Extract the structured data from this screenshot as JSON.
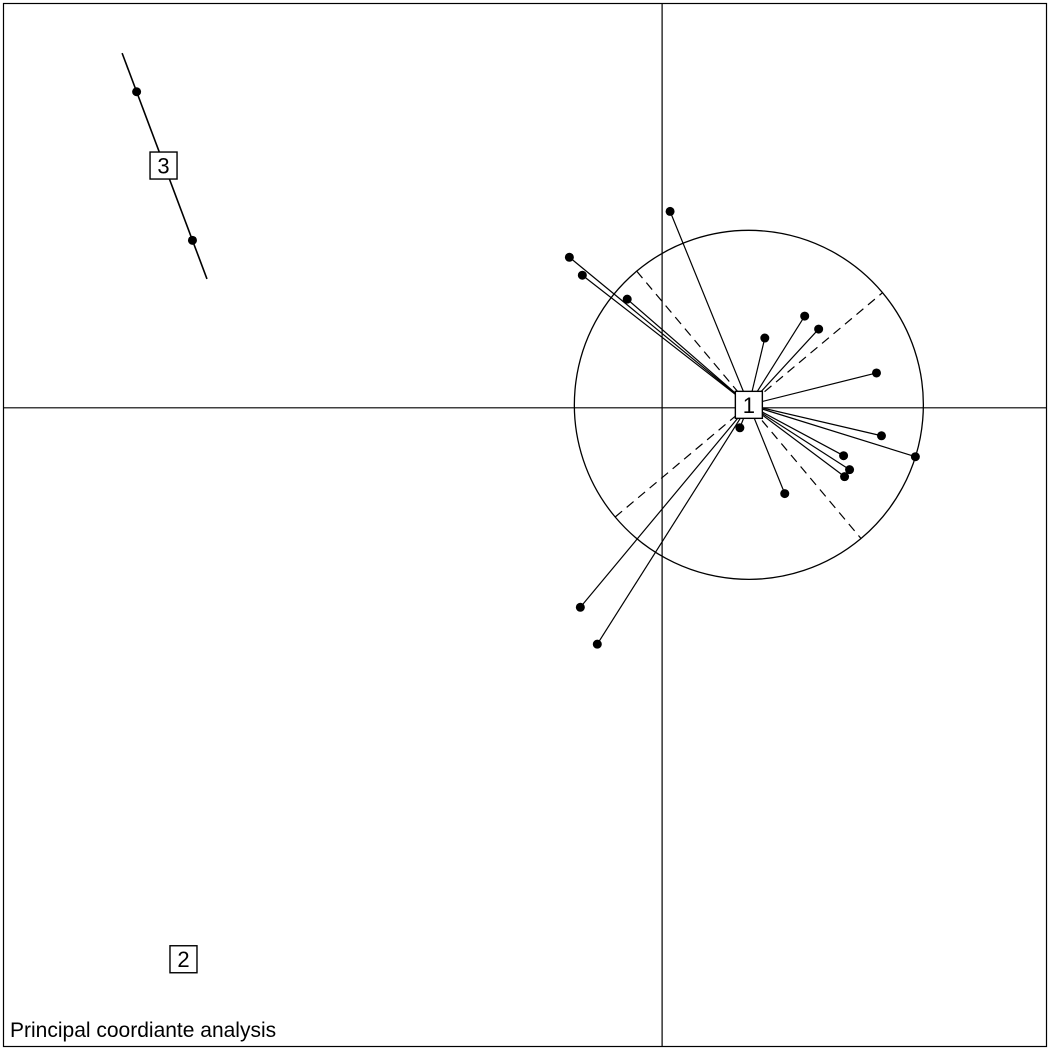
{
  "chart_data": {
    "type": "scatter",
    "title": "Principal coordiante analysis",
    "grid": false,
    "legend": "none",
    "xlim": [
      -6.6,
      3.85
    ],
    "ylim": [
      -6.4,
      4.05
    ],
    "origin": [
      0,
      0
    ],
    "groups": [
      {
        "label": "1",
        "center": [
          0.87,
          0.03
        ],
        "ellipse": {
          "rx": 1.75,
          "ry": 1.75,
          "angle_deg": -40
        },
        "points": [
          [
            0.08,
            1.97
          ],
          [
            -0.93,
            1.51
          ],
          [
            -0.8,
            1.33
          ],
          [
            -0.35,
            1.09
          ],
          [
            1.03,
            0.7
          ],
          [
            1.43,
            0.92
          ],
          [
            1.57,
            0.79
          ],
          [
            2.15,
            0.35
          ],
          [
            2.2,
            -0.28
          ],
          [
            2.54,
            -0.49
          ],
          [
            1.82,
            -0.48
          ],
          [
            1.88,
            -0.62
          ],
          [
            1.83,
            -0.69
          ],
          [
            1.23,
            -0.86
          ],
          [
            0.78,
            -0.2
          ],
          [
            -0.82,
            -2.0
          ],
          [
            -0.65,
            -2.37
          ]
        ]
      },
      {
        "label": "2",
        "center": [
          -4.8,
          -5.53
        ],
        "points": []
      },
      {
        "label": "3",
        "center": [
          -5.0,
          2.43
        ],
        "points": [
          [
            -5.27,
            3.17
          ],
          [
            -4.71,
            1.68
          ]
        ]
      }
    ]
  },
  "colors": {
    "ink": "#000000",
    "background": "#ffffff"
  }
}
